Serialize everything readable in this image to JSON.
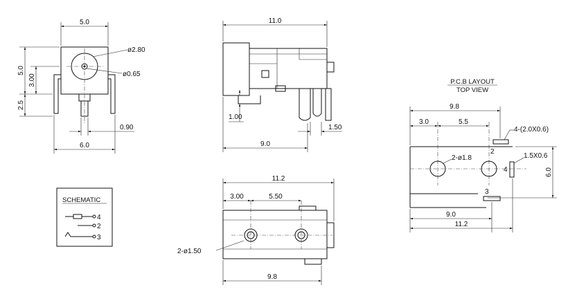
{
  "colors": {
    "line": "#111111",
    "background": "#ffffff"
  },
  "front_view": {
    "dim_width_top": "5.0",
    "dim_outer_dia": "ø2.80",
    "dim_pin_dia": "ø0.65",
    "dim_height": "5.0",
    "dim_center": "3.00",
    "dim_pin_length": "2.5",
    "dim_pin_thickness": "0.90",
    "dim_width_bottom": "6.0"
  },
  "side_view": {
    "dim_length": "11.0",
    "dim_step": "1.00",
    "dim_pin_width": "1.50",
    "dim_bottom": "9.0"
  },
  "bottom_view": {
    "dim_total": "11.2",
    "dim_a": "3.00",
    "dim_b": "5.50",
    "dim_holes": "2-ø1.50",
    "dim_bottom": "9.8"
  },
  "schematic": {
    "title": "SCHEMATIC",
    "pin_4": "4",
    "pin_2": "2",
    "pin_3": "3"
  },
  "pcb_layout": {
    "title": "P.C.B LAYOUT",
    "subtitle": "TOP VIEW",
    "dim_total_top": "9.8",
    "dim_a": "3.0",
    "dim_b": "5.5",
    "dim_slots": "4-(2.0X0.6)",
    "dim_holes": "2-ø1.8",
    "dim_slot_side": "1.5X0.6",
    "dim_height": "6.0",
    "pin_2": "2",
    "pin_4": "4",
    "pin_3": "3",
    "dim_bottom_a": "9.0",
    "dim_bottom_b": "11.2"
  }
}
